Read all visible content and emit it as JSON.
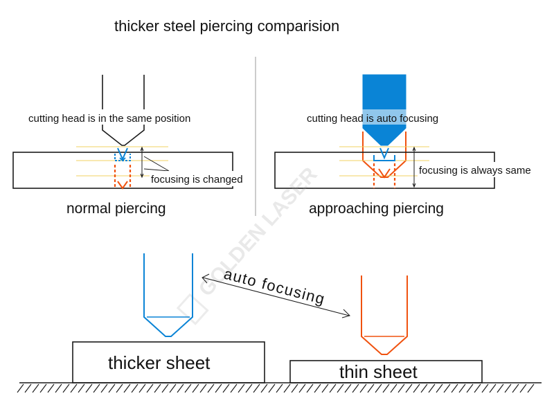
{
  "title": "thicker steel piercing comparision",
  "left_panel": {
    "note": "cutting head is in the same position",
    "focus_note": "focusing is changed",
    "caption": "normal piercing"
  },
  "right_panel": {
    "note": "cutting head is auto focusing",
    "focus_note": "focusing is always same",
    "caption": "approaching piercing"
  },
  "bottom": {
    "auto_label": "auto focusing",
    "thick_label": "thicker sheet",
    "thin_label": "thin sheet"
  },
  "watermark": "GOLDEN LASER",
  "colors": {
    "blue": "#0a84d6",
    "orange": "#f0520f",
    "yellow": "#f0d060",
    "black": "#1a1a1a",
    "divider": "#9a9a9a"
  }
}
